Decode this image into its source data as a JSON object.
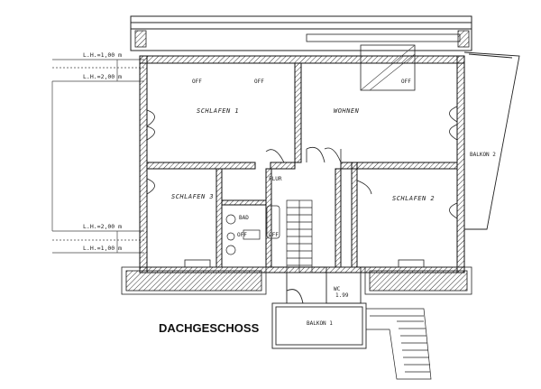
{
  "floor_title": "DACHGESCHOSS",
  "rooms": {
    "schlafen1": "SCHLAFEN 1",
    "wohnen": "WOHNEN",
    "schlafen3": "SCHLAFEN 3",
    "schlafen2": "SCHLAFEN 2",
    "flur": "FLUR",
    "bad": "BAD",
    "wc": "WC",
    "balkon1": "BALKON 1",
    "balkon2": "BALKON 2"
  },
  "window_labels": [
    "OFF",
    "OFF",
    "OFF",
    "OFF",
    "OFF"
  ],
  "wc_area": "1.99",
  "headroom_lines": [
    "L.H.=1,00 m",
    "L.H.=2,00 m",
    "L.H.=2,00 m",
    "L.H.=1,00 m"
  ]
}
